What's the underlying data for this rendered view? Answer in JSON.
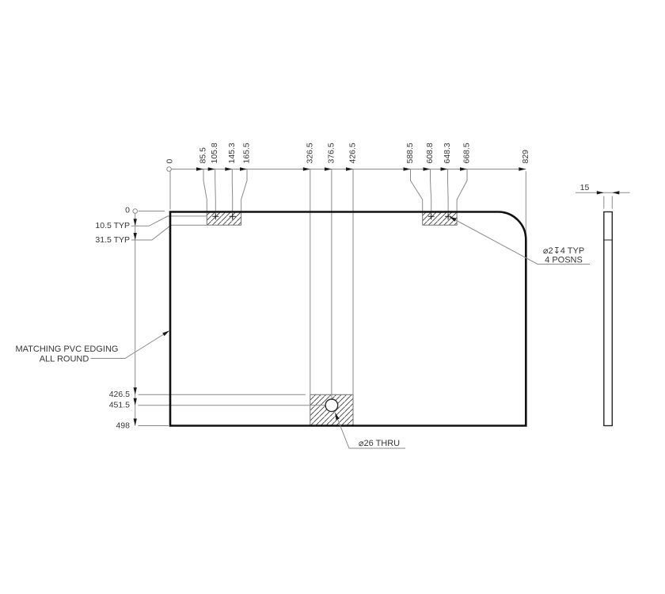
{
  "drawing": {
    "type": "engineering-dimension-drawing",
    "views": {
      "plan_view": "panel outline with rounded top-right corner, three hatched machining zones, one thru hole",
      "side_view": "panel edge thickness view"
    },
    "dims": {
      "top": [
        "0",
        "85.5",
        "105.8",
        "145.3",
        "165.5",
        "326.5",
        "376.5",
        "426.5",
        "588.5",
        "608.8",
        "648.3",
        "668.5",
        "829"
      ],
      "left": [
        "0",
        "10.5 TYP",
        "31.5 TYP",
        "426.5",
        "451.5",
        "498"
      ],
      "side_thickness": "15"
    },
    "annotations": {
      "edging": {
        "line1": "MATCHING PVC EDGING",
        "line2": "ALL ROUND"
      },
      "pilot_holes": {
        "line1": "⌀2↧4 TYP",
        "line2": "4 POSNS"
      },
      "thru_hole": {
        "label": "⌀26 THRU"
      }
    },
    "colors": {
      "background": "#ffffff",
      "outline_bold": "#111111",
      "line_thin": "#8a8a8a",
      "hatch": "#3f3f3f",
      "text": "#363636",
      "arrow": "#1a1a1a"
    }
  }
}
